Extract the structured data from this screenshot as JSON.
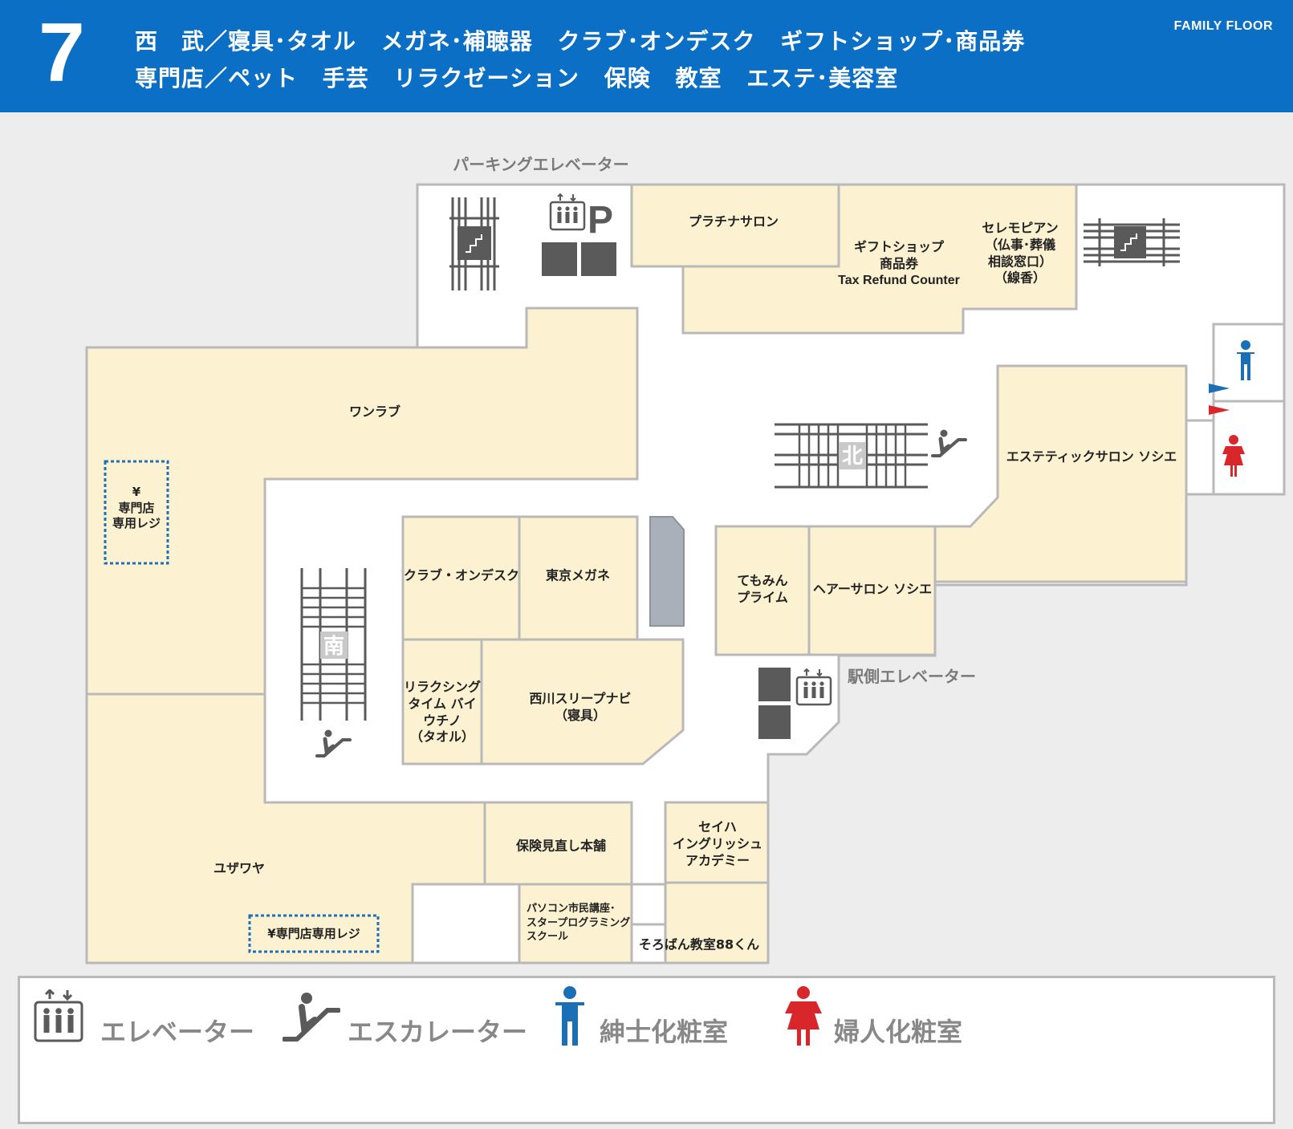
{
  "header": {
    "floor_number": "7",
    "line1": [
      "西　武／寝具･タオル",
      "メガネ･補聴器",
      "クラブ･オンデスク",
      "ギフトショップ･商品券"
    ],
    "line2": [
      "専門店／ペット",
      "手芸",
      "リラクゼーション",
      "保険",
      "教室",
      "エステ･美容室"
    ],
    "family_floor": "FAMILY FLOOR"
  },
  "map": {
    "elevator_labels": {
      "parking": "パーキングエレベーター",
      "station": "駅側エレベーター"
    },
    "elevator_p": "P",
    "escalator_north": "北",
    "escalator_south": "南",
    "shops": {
      "platinum": "プラチナサロン",
      "gift": [
        "ギフトショップ",
        "商品券",
        "Tax Refund Counter"
      ],
      "ceremo": [
        "セレモピアン",
        "（仏事･葬儀",
        "相談窓口）",
        "（線香）"
      ],
      "onelove": "ワンラブ",
      "register_left": [
        "¥",
        "専門店",
        "専用レジ"
      ],
      "club": "クラブ・オンデスク",
      "megane": "東京メガネ",
      "relaxing": [
        "リラクシング",
        "タイム バイ",
        "ウチノ",
        "（タオル）"
      ],
      "nishikawa": [
        "西川スリープナビ",
        "（寝具）"
      ],
      "esthetic": "エステティックサロン ソシエ",
      "temomin": [
        "てもみん",
        "プライム"
      ],
      "hair": "ヘアーサロン ソシエ",
      "yuzawaya": "ユザワヤ",
      "register_bottom": "¥専門店専用レジ",
      "hoken": "保険見直し本舗",
      "seiha": [
        "セイハ",
        "イングリッシュ",
        "アカデミー"
      ],
      "pc": [
        "パソコン市民講座･",
        "スタープログラミング",
        "スクール"
      ],
      "soroban": "そろばん教室88くん"
    }
  },
  "legend": {
    "items": [
      "エレベーター",
      "エスカレーター",
      "紳士化粧室",
      "婦人化粧室"
    ]
  },
  "colors": {
    "header_bg": "#0b70c5",
    "shop_fill": "#fcf2d2",
    "men": "#1a6fb5",
    "women": "#d8262b"
  }
}
